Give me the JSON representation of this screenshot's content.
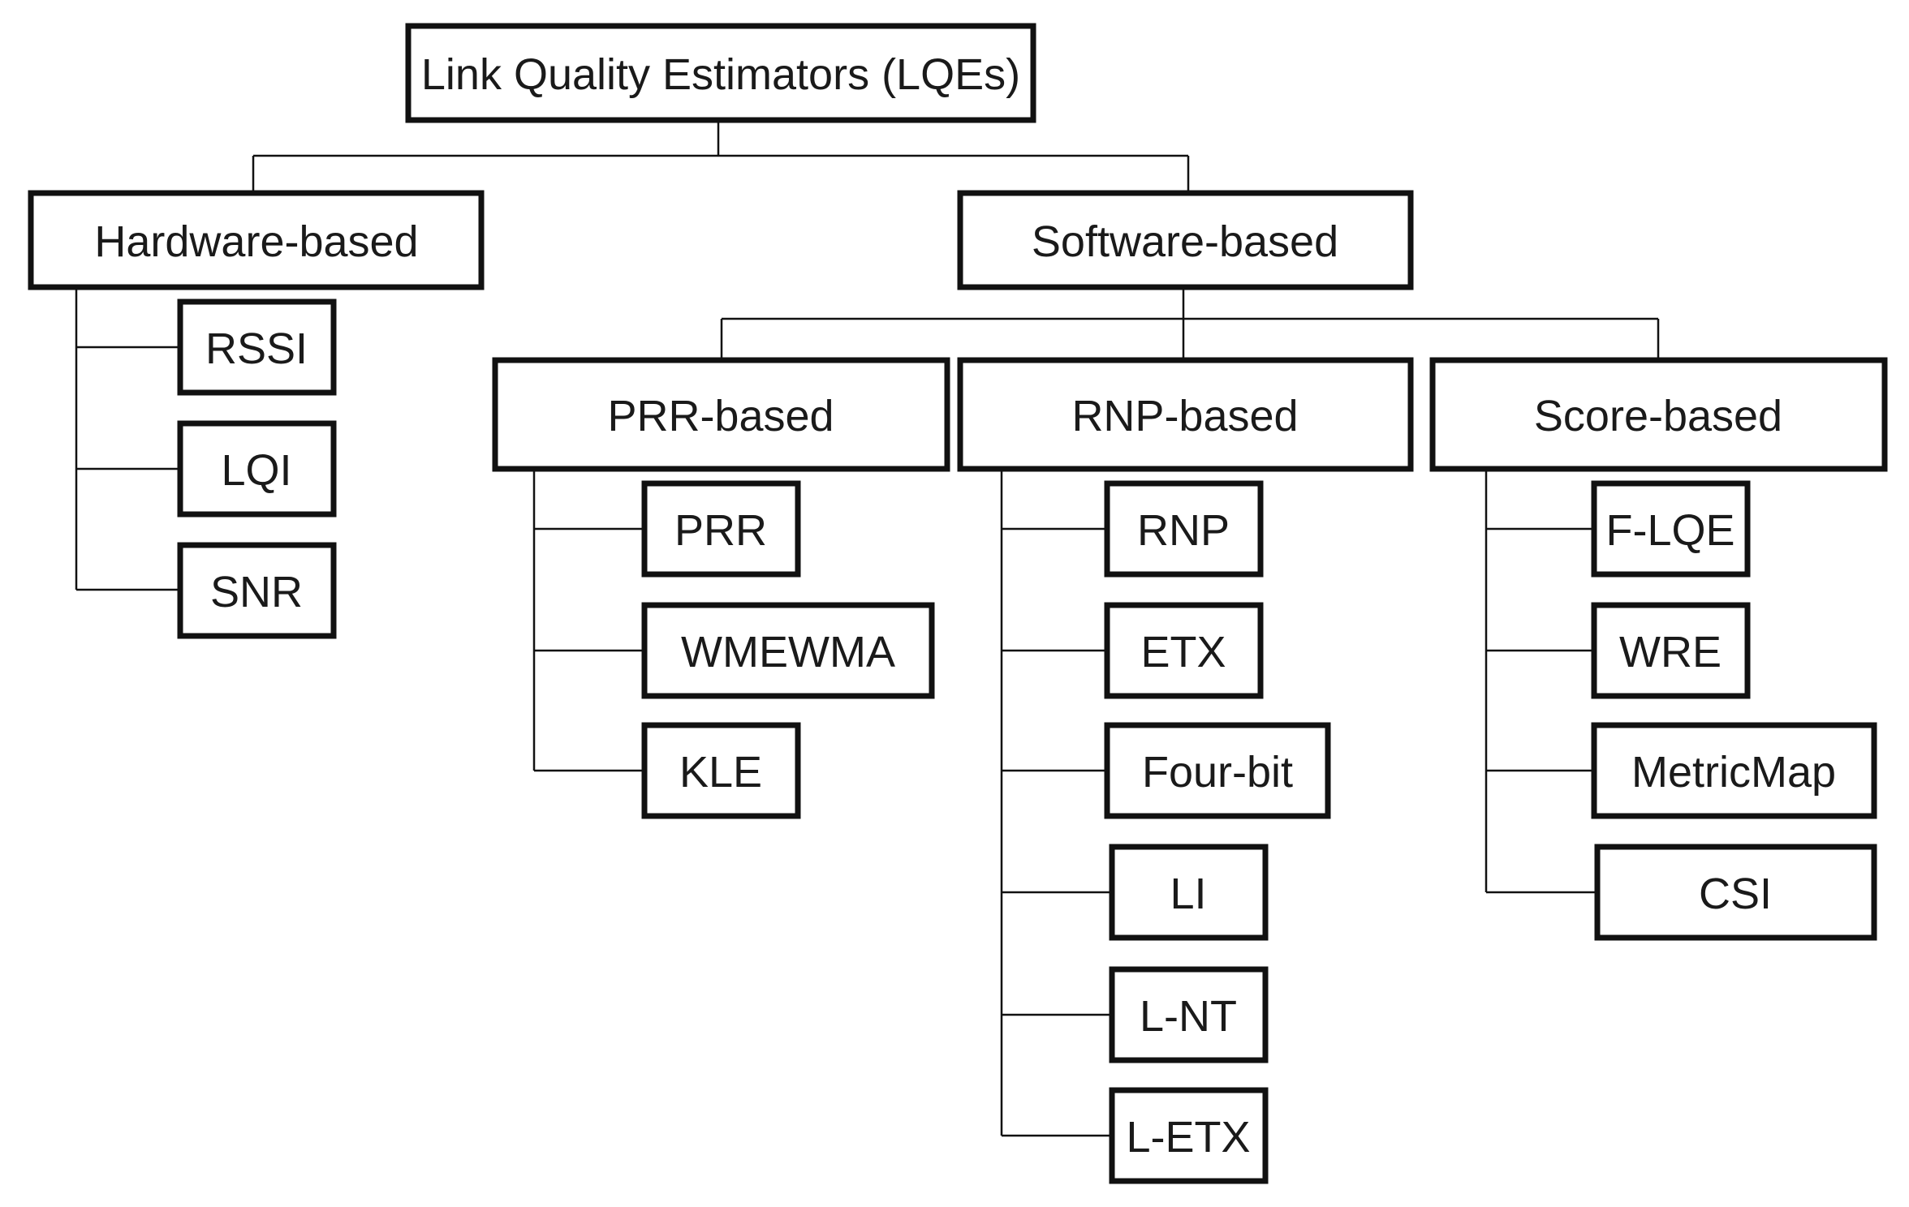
{
  "diagram": {
    "root": "Link Quality Estimators (LQEs)",
    "hardware": {
      "label": "Hardware-based",
      "items": [
        "RSSI",
        "LQI",
        "SNR"
      ]
    },
    "software": {
      "label": "Software-based",
      "prr": {
        "label": "PRR-based",
        "items": [
          "PRR",
          "WMEWMA",
          "KLE"
        ]
      },
      "rnp": {
        "label": "RNP-based",
        "items": [
          "RNP",
          "ETX",
          "Four-bit",
          "LI",
          "L-NT",
          "L-ETX"
        ]
      },
      "score": {
        "label": "Score-based",
        "items": [
          "F-LQE",
          "WRE",
          "MetricMap",
          "CSI"
        ]
      }
    }
  }
}
